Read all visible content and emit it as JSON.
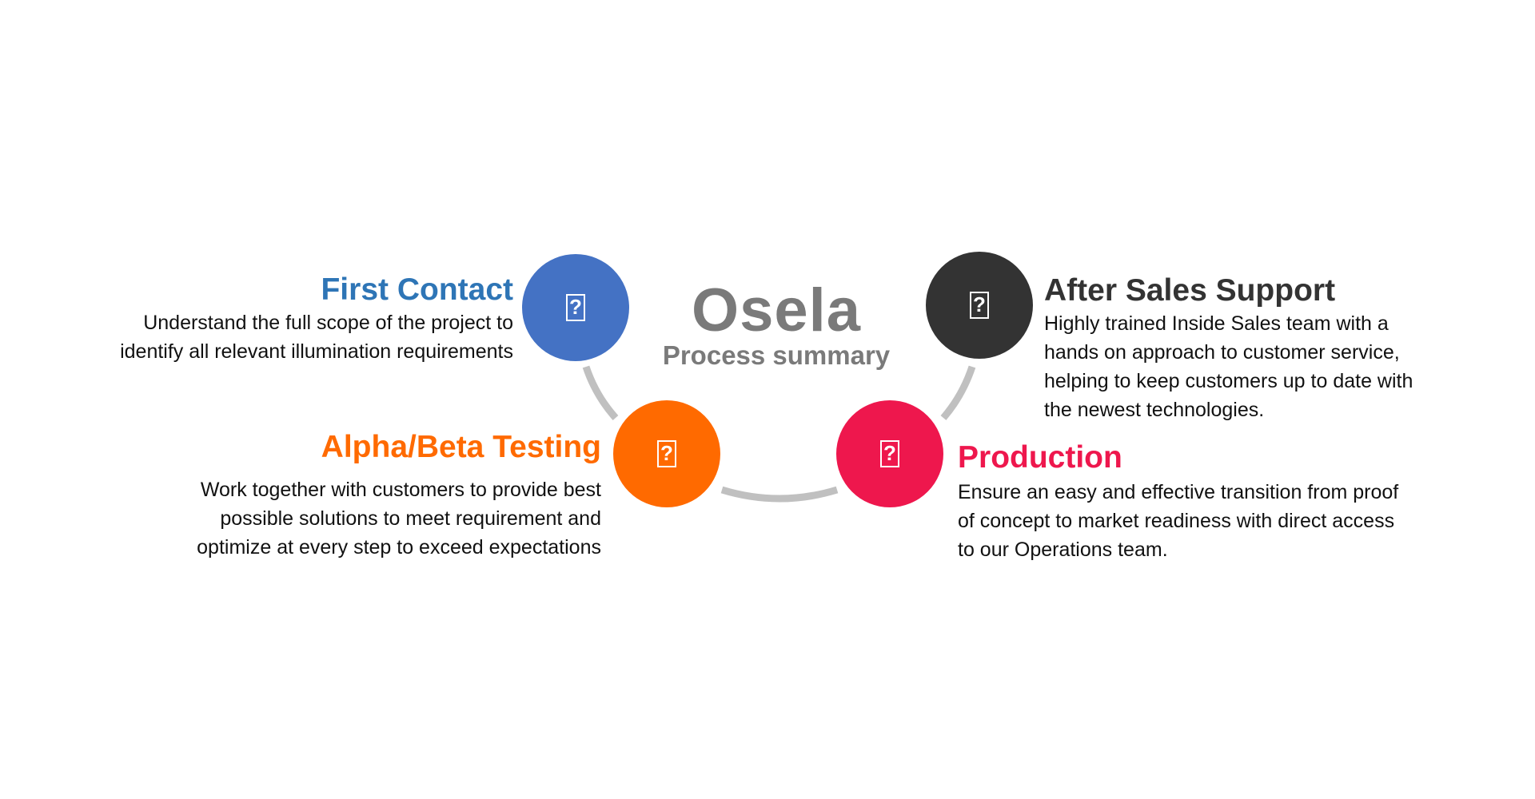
{
  "title": "Osela",
  "subtitle": "Process summary",
  "steps": [
    {
      "heading": "First Contact",
      "color": "#4472c4",
      "icon": "placeholder-image-icon",
      "lines": [
        "Understand the full scope of the project to",
        "identify all relevant illumination requirements"
      ]
    },
    {
      "heading": "Alpha/Beta Testing",
      "color": "#ff6a00",
      "icon": "placeholder-image-icon",
      "lines": [
        "Work together with customers to provide best",
        "possible solutions to meet requirement and",
        "optimize at every step to exceed expectations"
      ]
    },
    {
      "heading": "Production",
      "color": "#ee174d",
      "icon": "placeholder-image-icon",
      "lines": [
        "Ensure an easy and effective transition from proof",
        "of concept to market readiness with direct access",
        "to our Operations team."
      ]
    },
    {
      "heading": "After Sales Support",
      "color": "#333333",
      "icon": "placeholder-image-icon",
      "lines": [
        "Highly trained Inside Sales team with a",
        "hands on approach to customer service,",
        "helping to keep customers up to date with",
        "the newest technologies."
      ]
    }
  ],
  "icon_glyph": "?"
}
